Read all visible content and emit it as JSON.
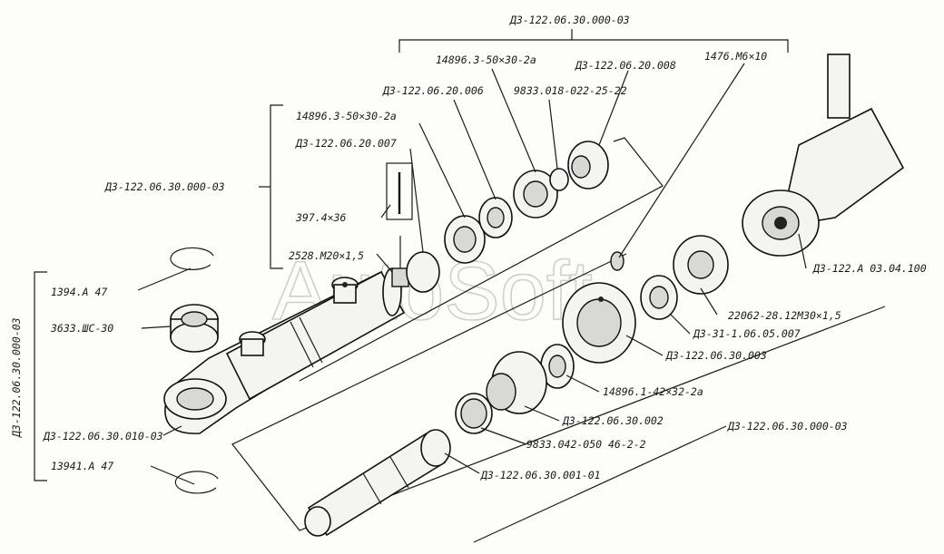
{
  "watermark": "AutoSoft",
  "labels": {
    "top_assembly": "Д3-122.06.30.000-03",
    "seal_50_30_upper": "14896.3-50×30-2а",
    "part_20_008": "Д3-122.06.20.008",
    "bolt_m6": "1476.М6×10",
    "part_20_006": "Д3-122.06.20.006",
    "ring_9833_018": "9833.018-022-25-22",
    "seal_50_30_left": "14896.3-50×30-2а",
    "part_20_007": "Д3-122.06.20.007",
    "left_assembly": "Д3-122.06.30.000-03",
    "pin_397": "397.4×36",
    "nut_m20": "2528.М20×1,5",
    "rod_end": "Д3-122.А 03.04.100",
    "vertical_assembly": "Д3-122.06.30.000-03",
    "ring_1394": "1394.А 47",
    "bearing_3633": "3633.ШС-30",
    "nut_22062": "22062-28.12М30×1,5",
    "part_31_106": "Д3-31-1.06.05.007",
    "part_30_003": "Д3-122.06.30.003",
    "seal_42_32": "14896.1-42×32-2а",
    "part_30_002": "Д3-122.06.30.002",
    "lower_assembly": "Д3-122.06.30.000-03",
    "cylinder_body": "Д3-122.06.30.010-03",
    "ring_9833_042": "9833.042-050 46-2-2",
    "ring_13941": "13941.А 47",
    "piston_rod": "Д3-122.06.30.001-01"
  }
}
